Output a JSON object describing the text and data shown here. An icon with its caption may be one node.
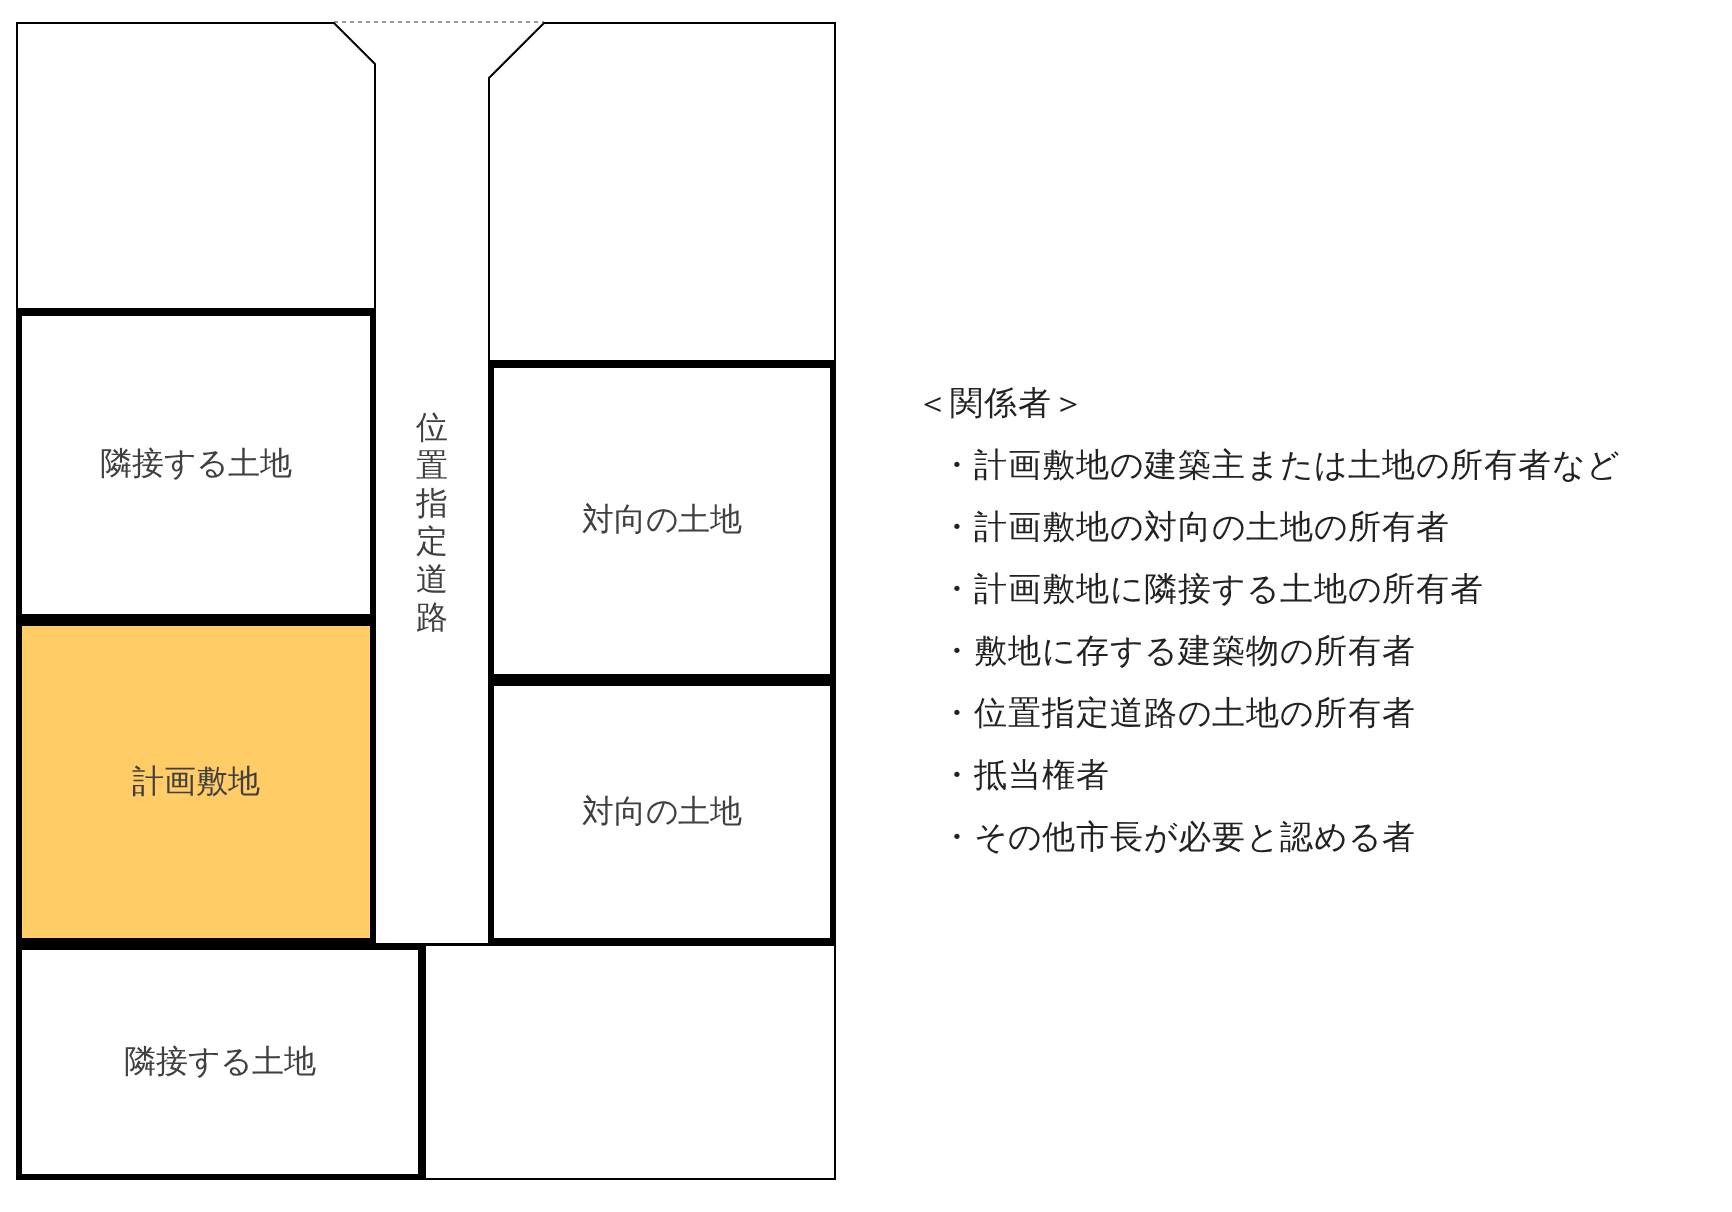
{
  "diagram": {
    "nodes": [
      {
        "text": [],
        "shape": "box"
      },
      {
        "text": [],
        "shape": "box"
      },
      {
        "text": [
          "隣接する土地"
        ]
      },
      {
        "text": [
          "対向の土地"
        ]
      },
      {
        "text": [
          "計画敷地"
        ]
      },
      {
        "text": [
          "対向の土地"
        ]
      },
      {
        "text": [
          "隣接する土地"
        ]
      },
      {
        "text": [],
        "shape": "box"
      }
    ],
    "edges": [],
    "labels": [
      "位置指定道路",
      "＜関係者＞",
      "・計画敷地の建築主または土地の所有者など",
      "・計画敷地の対向の土地の所有者",
      "・計画敷地に隣接する土地の所有者",
      "・敷地に存する建築物の所有者",
      "・位置指定道路の土地の所有者",
      "・抵当権者",
      "・その他市長が必要と認める者"
    ]
  }
}
